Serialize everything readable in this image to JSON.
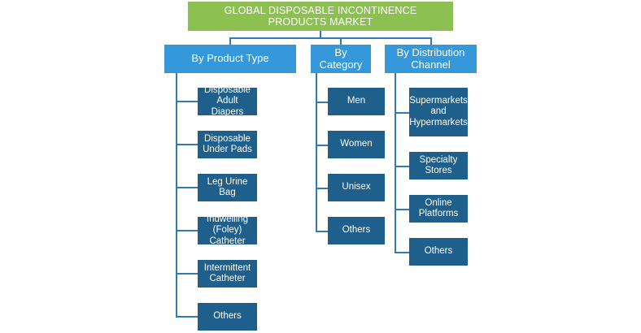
{
  "title": "GLOBAL DISPOSABLE INCONTINENCE PRODUCTS MARKET",
  "colors": {
    "root": "#8cc152",
    "category": "#3498db",
    "leaf": "#1f5f8b",
    "connector": "#2e7bb8"
  },
  "categories": [
    {
      "label": "By Product Type",
      "items": [
        "Disposable Adult Diapers",
        "Disposable Under Pads",
        "Leg Urine Bag",
        "Indwelling (Foley) Catheter",
        "Intermittent Catheter",
        "Others"
      ]
    },
    {
      "label": "By Category",
      "items": [
        "Men",
        "Women",
        "Unisex",
        "Others"
      ]
    },
    {
      "label": "By Distribution Channel",
      "items": [
        "Supermarkets and Hypermarkets",
        "Specialty Stores",
        "Online Platforms",
        "Others"
      ]
    }
  ]
}
